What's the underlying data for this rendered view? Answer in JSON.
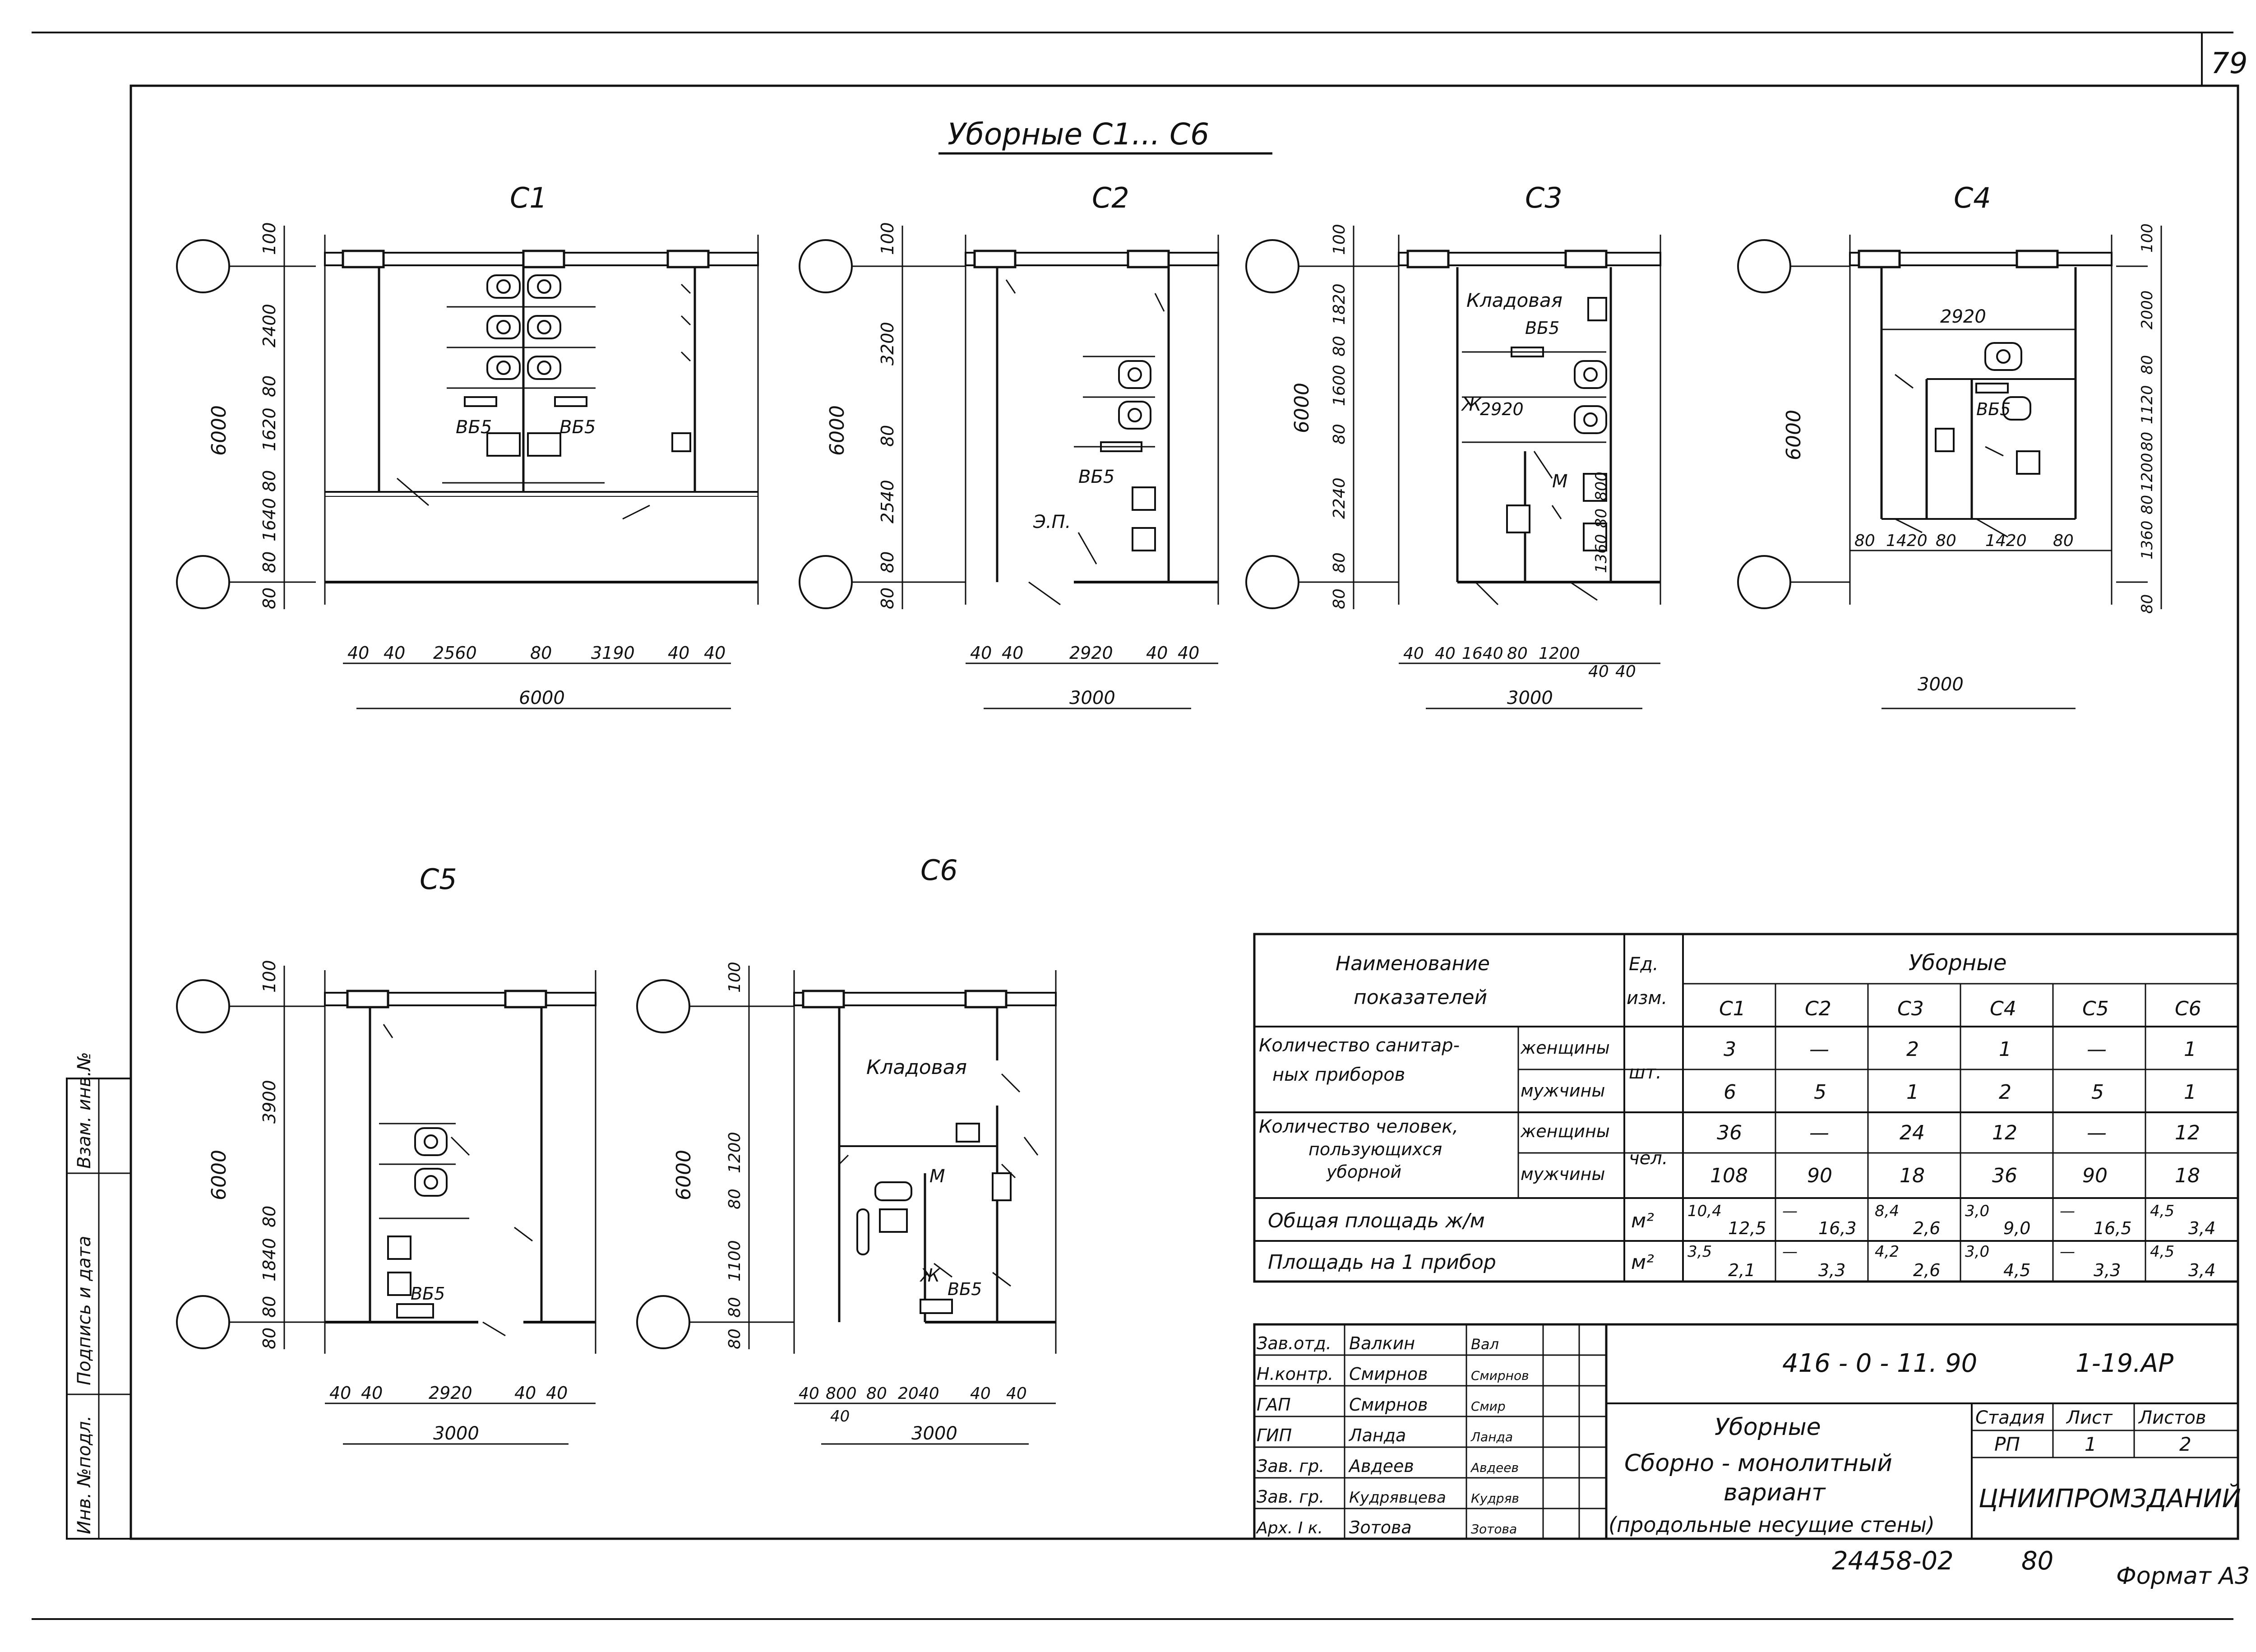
{
  "sheet": {
    "page_number": "79",
    "title": "Уборные  С1... С6",
    "bottom_number": "24458-02",
    "bottom_page": "80",
    "format": "Формат А3"
  },
  "side_stamp": {
    "cell1": "Взам. инв.№",
    "cell2": "Подпись и дата",
    "cell3": "Инв. №подл."
  },
  "plans": {
    "c1": {
      "label": "С1",
      "dims": [
        "40",
        "40",
        "2560",
        "80",
        "3190",
        "40",
        "40"
      ],
      "total": "6000",
      "vdims": [
        "100",
        "2400",
        "80",
        "1620",
        "80",
        "1640",
        "80",
        "80"
      ],
      "height": "6000",
      "marks": [
        "ВБ5",
        "ВБ5"
      ]
    },
    "c2": {
      "label": "С2",
      "dims": [
        "40",
        "40",
        "2920",
        "40",
        "40"
      ],
      "total": "3000",
      "vdims": [
        "100",
        "3200",
        "80",
        "2540",
        "80",
        "80"
      ],
      "height": "6000",
      "marks": [
        "ВБ5",
        "Э.П."
      ]
    },
    "c3": {
      "label": "С3",
      "dims": [
        "40",
        "40",
        "1640",
        "80",
        "1200",
        "40",
        "40"
      ],
      "total": "3000",
      "vdims": [
        "100",
        "1820",
        "80",
        "1600",
        "80",
        "2240",
        "80",
        "80"
      ],
      "height": "6000",
      "marks": [
        "Кладовая",
        "ВБ5",
        "Ж",
        "2920",
        "М",
        "800",
        "80",
        "1360"
      ]
    },
    "c4": {
      "label": "С4",
      "dims": [
        "80",
        "1420",
        "80",
        "1420",
        "80"
      ],
      "total": "3000",
      "top": "2920",
      "vdims": [
        "100",
        "2000",
        "80",
        "1120",
        "80",
        "1200",
        "80",
        "1360",
        "80"
      ],
      "height": "6000",
      "marks": [
        "ВБ5"
      ]
    },
    "c5": {
      "label": "С5",
      "dims": [
        "40",
        "40",
        "2920",
        "40",
        "40"
      ],
      "total": "3000",
      "vdims": [
        "100",
        "3900",
        "80",
        "1840",
        "80",
        "80"
      ],
      "height": "6000",
      "marks": [
        "ВБ5"
      ]
    },
    "c6": {
      "label": "С6",
      "dims": [
        "40",
        "800",
        "80",
        "2040",
        "40",
        "40"
      ],
      "total": "3000",
      "sub": "40",
      "vdims": [
        "100",
        "1200",
        "80",
        "1100",
        "80",
        "80"
      ],
      "height": "6000",
      "marks": [
        "Кладовая",
        "М",
        "Ж",
        "ВБ5"
      ]
    }
  },
  "table": {
    "h_name": [
      "Наименование",
      "показателей"
    ],
    "h_unit": [
      "Ед.",
      "изм."
    ],
    "h_group": "Уборные",
    "columns": [
      "С1",
      "С2",
      "С3",
      "С4",
      "С5",
      "С6"
    ],
    "rows": [
      {
        "name": [
          "Количество санитар-",
          "ных    приборов"
        ],
        "sub": "женщины",
        "unit": "шт.",
        "values": [
          "3",
          "—",
          "2",
          "1",
          "—",
          "1"
        ]
      },
      {
        "name": [],
        "sub": "мужчины",
        "unit": "",
        "values": [
          "6",
          "5",
          "1",
          "2",
          "5",
          "1"
        ]
      },
      {
        "name": [
          "Количество человек,",
          "пользующихся",
          "уборной"
        ],
        "sub": "женщины",
        "unit": "чел.",
        "values": [
          "36",
          "—",
          "24",
          "12",
          "—",
          "12"
        ]
      },
      {
        "name": [],
        "sub": "мужчины",
        "unit": "",
        "values": [
          "108",
          "90",
          "18",
          "36",
          "90",
          "18"
        ]
      },
      {
        "name": [
          "Общая   площадь  ж/м"
        ],
        "sub": "",
        "unit": "м²",
        "values": [
          [
            "10,4",
            "12,5"
          ],
          [
            "—",
            "16,3"
          ],
          [
            "8,4",
            "2,6"
          ],
          [
            "3,0",
            "9,0"
          ],
          [
            "—",
            "16,5"
          ],
          [
            "4,5",
            "3,4"
          ]
        ]
      },
      {
        "name": [
          "Площадь  на  1 прибор"
        ],
        "sub": "",
        "unit": "м²",
        "values": [
          [
            "3,5",
            "2,1"
          ],
          [
            "—",
            "3,3"
          ],
          [
            "4,2",
            "2,6"
          ],
          [
            "3,0",
            "4,5"
          ],
          [
            "—",
            "3,3"
          ],
          [
            "4,5",
            "3,4"
          ]
        ]
      }
    ]
  },
  "title_block": {
    "people": [
      {
        "role": "Зав.отд.",
        "name": "Валкин",
        "sign": "Вал"
      },
      {
        "role": "Н.контр.",
        "name": "Смирнов",
        "sign": "Смирнов"
      },
      {
        "role": "ГАП",
        "name": "Смирнов",
        "sign": "Смир"
      },
      {
        "role": "ГИП",
        "name": "Ланда",
        "sign": "Ланда"
      },
      {
        "role": "Зав. гр.",
        "name": "Авдеев",
        "sign": "Авдеев"
      },
      {
        "role": "Зав. гр.",
        "name": "Кудрявцева",
        "sign": "Кудряв"
      },
      {
        "role": "Арх. I к.",
        "name": "Зотова",
        "sign": "Зотова"
      }
    ],
    "code": "416 - 0 - 11. 90",
    "sheet_code": "1-19.АР",
    "doc_title": [
      "Уборные",
      "Сборно - монолитный",
      "вариант",
      "(продольные несущие стены)"
    ],
    "stage_h": "Стадия",
    "sheet_h": "Лист",
    "sheets_h": "Листов",
    "stage": "РП",
    "sheet": "1",
    "sheets": "2",
    "org": "ЦНИИПРОМЗДАНИЙ"
  }
}
